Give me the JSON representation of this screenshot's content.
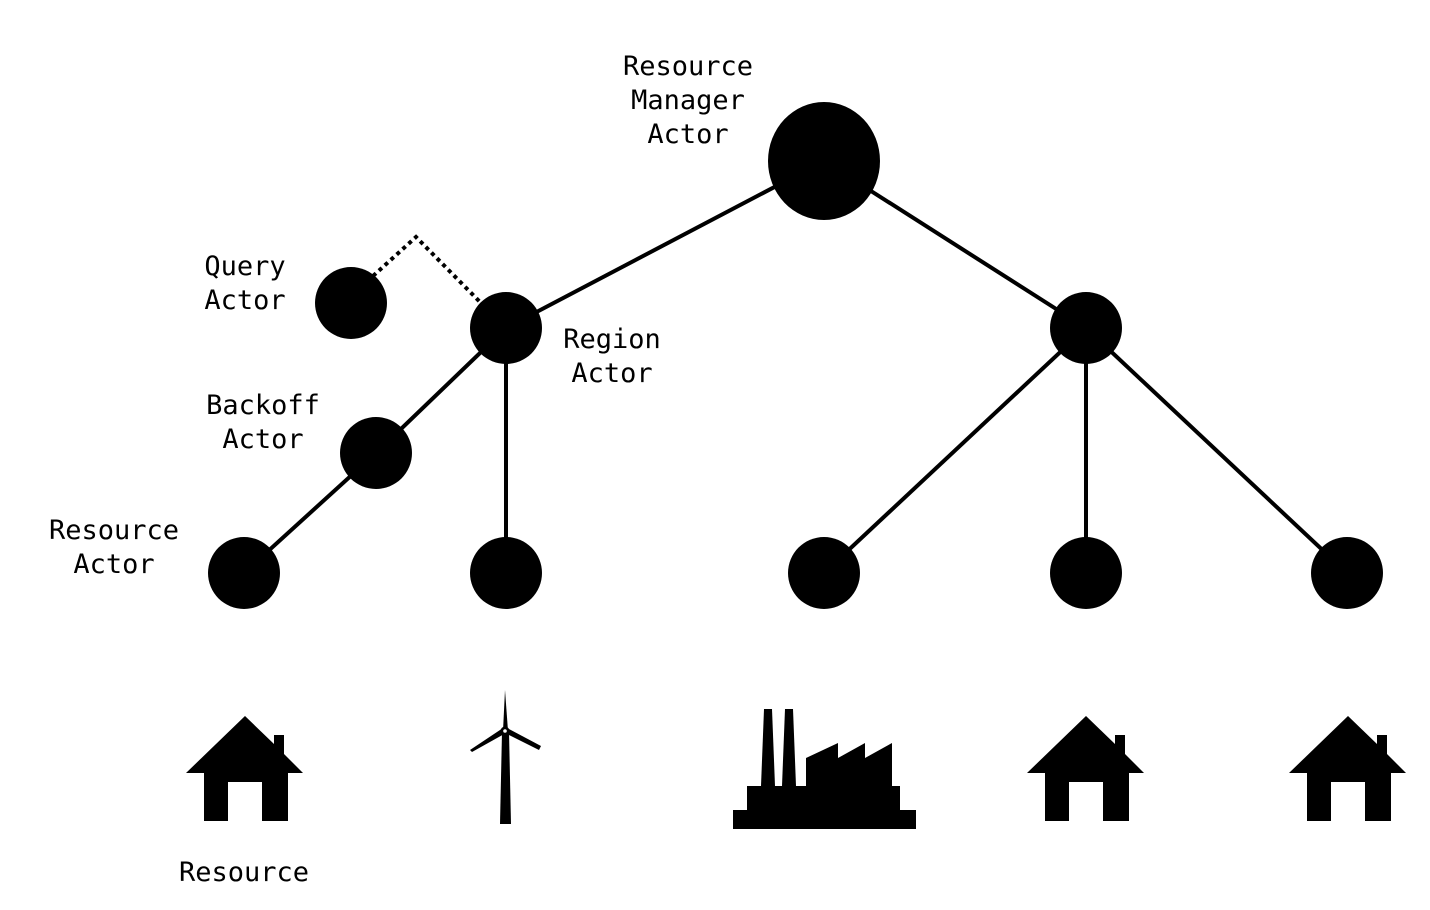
{
  "colors": {
    "ink": "#000000",
    "background": "#ffffff"
  },
  "labels": {
    "resource_manager_actor": [
      "Resource",
      "Manager",
      "Actor"
    ],
    "query_actor": [
      "Query",
      "Actor"
    ],
    "region_actor": [
      "Region",
      "Actor"
    ],
    "backoff_actor": [
      "Backoff",
      "Actor"
    ],
    "resource_actor": [
      "Resource",
      "Actor"
    ],
    "resource": "Resource"
  },
  "nodes": [
    {
      "id": "resource-manager-actor",
      "role": "resource manager actor"
    },
    {
      "id": "region-actor-left",
      "role": "region actor"
    },
    {
      "id": "region-actor-right",
      "role": "region actor"
    },
    {
      "id": "query-actor",
      "role": "query actor"
    },
    {
      "id": "backoff-actor",
      "role": "backoff actor"
    },
    {
      "id": "resource-actor-1",
      "role": "resource actor"
    },
    {
      "id": "resource-actor-2",
      "role": "resource actor"
    },
    {
      "id": "resource-actor-3",
      "role": "resource actor"
    },
    {
      "id": "resource-actor-4",
      "role": "resource actor"
    },
    {
      "id": "resource-actor-5",
      "role": "resource actor"
    }
  ],
  "edges": [
    {
      "from": "resource-manager-actor",
      "to": "region-actor-left",
      "style": "solid"
    },
    {
      "from": "resource-manager-actor",
      "to": "region-actor-right",
      "style": "solid"
    },
    {
      "from": "region-actor-left",
      "to": "query-actor",
      "style": "dotted"
    },
    {
      "from": "region-actor-left",
      "to": "backoff-actor",
      "style": "solid"
    },
    {
      "from": "backoff-actor",
      "to": "resource-actor-1",
      "style": "solid"
    },
    {
      "from": "region-actor-left",
      "to": "resource-actor-2",
      "style": "solid"
    },
    {
      "from": "region-actor-right",
      "to": "resource-actor-3",
      "style": "solid"
    },
    {
      "from": "region-actor-right",
      "to": "resource-actor-4",
      "style": "solid"
    },
    {
      "from": "region-actor-right",
      "to": "resource-actor-5",
      "style": "solid"
    }
  ],
  "resources": [
    {
      "icon": "house-icon"
    },
    {
      "icon": "wind-turbine-icon"
    },
    {
      "icon": "factory-icon"
    },
    {
      "icon": "house-icon"
    },
    {
      "icon": "house-icon"
    }
  ]
}
